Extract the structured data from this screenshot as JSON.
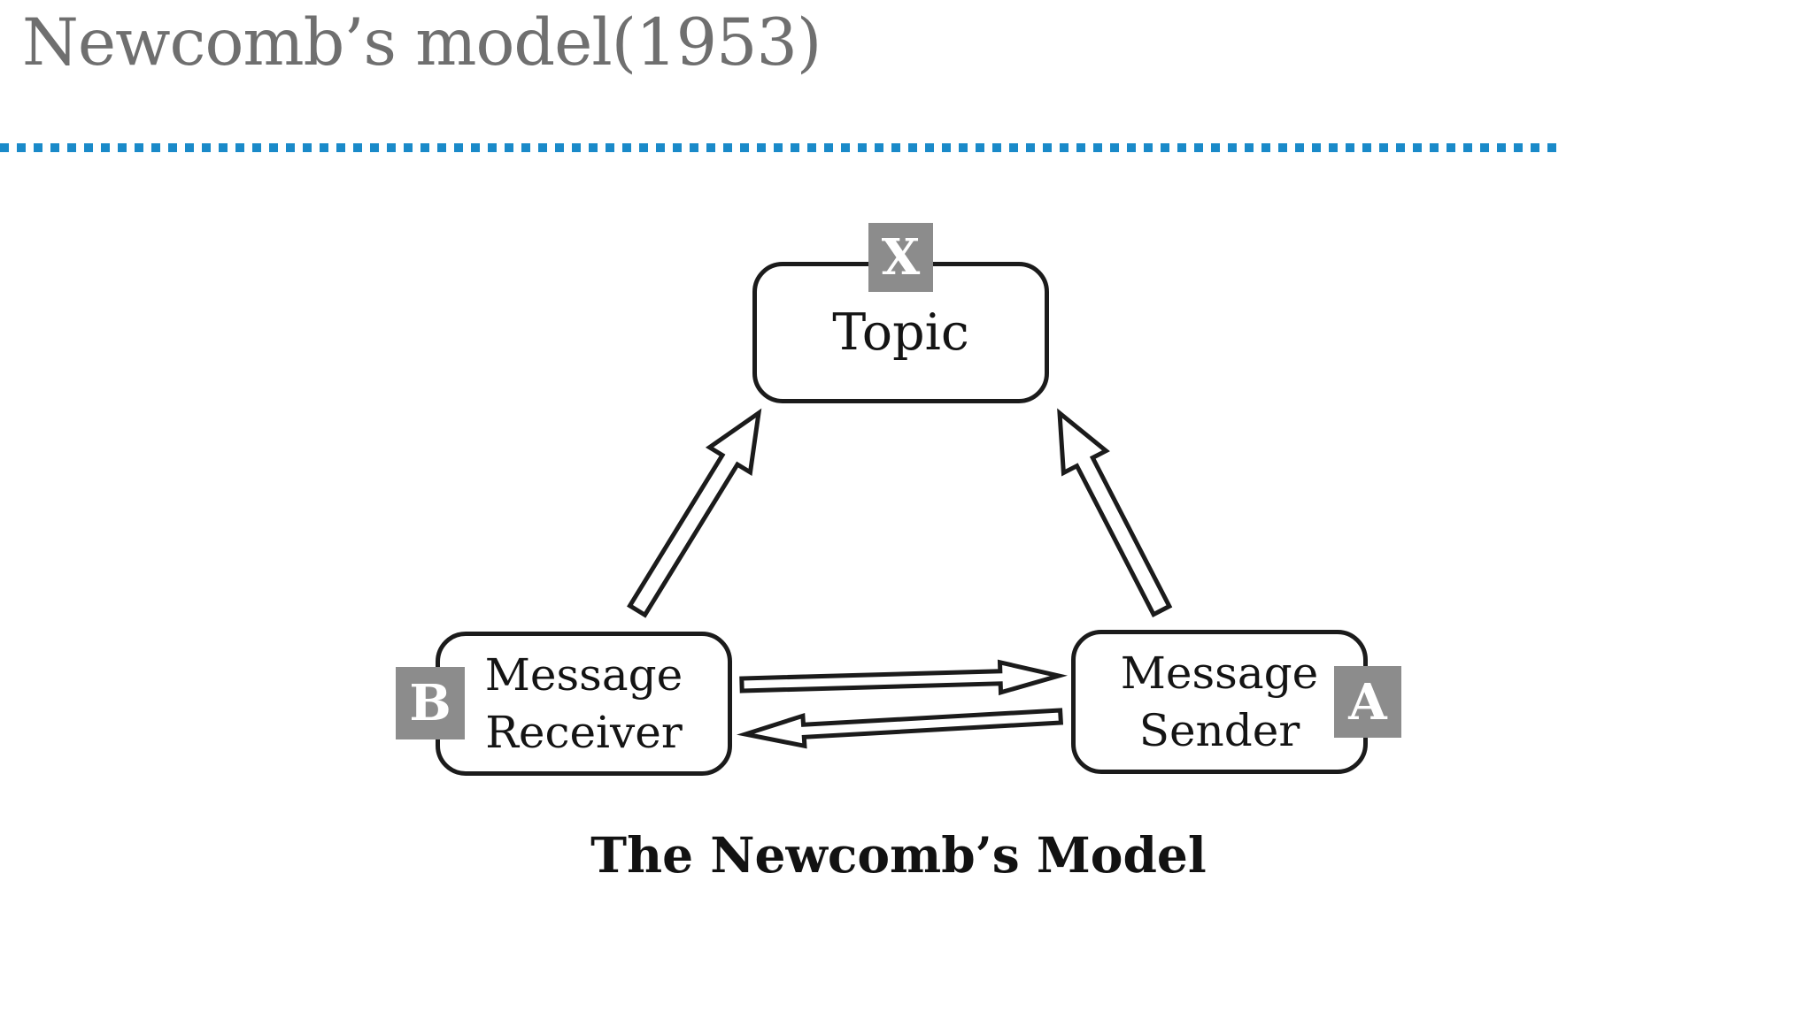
{
  "slide": {
    "title": "Newcomb’s model(1953)",
    "caption": "The Newcomb’s Model"
  },
  "diagram": {
    "type": "triangle-communication-model",
    "nodes": {
      "topic": {
        "badge": "X",
        "label": "Topic"
      },
      "receiver": {
        "badge": "B",
        "line1": "Message",
        "line2": "Receiver"
      },
      "sender": {
        "badge": "A",
        "line1": "Message",
        "line2": "Sender"
      }
    },
    "edges": [
      {
        "from": "Message Receiver (B)",
        "to": "Topic (X)",
        "style": "hollow-outline-arrow"
      },
      {
        "from": "Message Sender (A)",
        "to": "Topic (X)",
        "style": "hollow-outline-arrow"
      },
      {
        "from": "Message Receiver (B)",
        "to": "Message Sender (A)",
        "style": "hollow-outline-arrow"
      },
      {
        "from": "Message Sender (A)",
        "to": "Message Receiver (B)",
        "style": "hollow-outline-arrow"
      }
    ]
  },
  "colors": {
    "title_gray": "#6f6f6f",
    "divider_blue": "#1a8ac9",
    "badge_gray": "#8c8c8c",
    "outline_black": "#1b1b1b",
    "background": "#ffffff"
  }
}
